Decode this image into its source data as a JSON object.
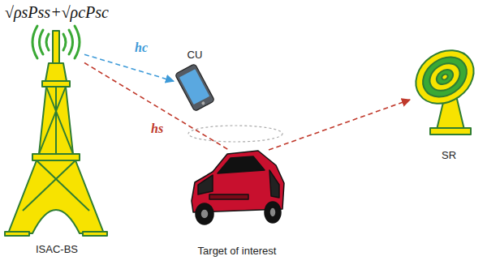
{
  "diagram": {
    "nodes": [
      {
        "text": [
          "ISAC-BS"
        ]
      },
      {
        "text": [
          "CU"
        ]
      },
      {
        "text": [
          "Target of interest"
        ]
      },
      {
        "text": [
          "SR"
        ]
      }
    ],
    "edges": [
      {
        "from": 0,
        "to": 1,
        "label": "hc",
        "arrow": "to"
      },
      {
        "from": 0,
        "to": 2,
        "label": "hs",
        "arrow": "none"
      },
      {
        "from": 2,
        "to": 3,
        "arrow": "to"
      }
    ],
    "labels": [
      "√ρsPss+√ρcPsc"
    ]
  }
}
